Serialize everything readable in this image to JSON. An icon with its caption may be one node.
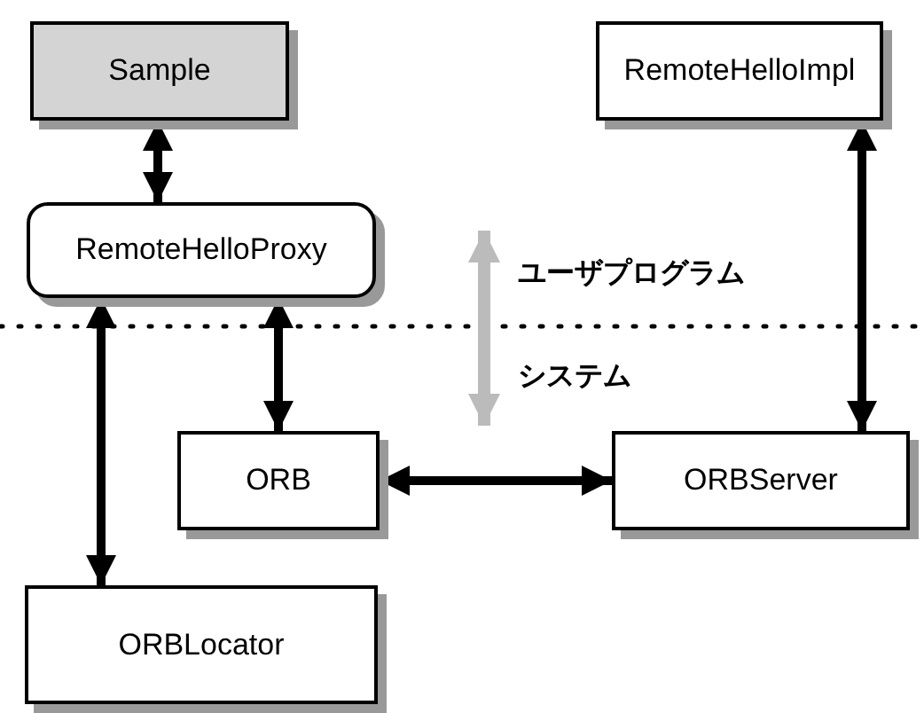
{
  "diagram": {
    "nodes": [
      {
        "text": [
          "Sample"
        ]
      },
      {
        "text": [
          "RemoteHelloImpl"
        ]
      },
      {
        "text": [
          "RemoteHelloProxy"
        ]
      },
      {
        "text": [
          "ORB"
        ]
      },
      {
        "text": [
          "ORBServer"
        ]
      },
      {
        "text": [
          "ORBLocator"
        ]
      }
    ],
    "edges": [
      {
        "from": 0,
        "to": 2,
        "arrow": "both"
      },
      {
        "from": 2,
        "to": 5,
        "arrow": "both"
      },
      {
        "from": 2,
        "to": 3,
        "arrow": "both"
      },
      {
        "from": 3,
        "to": 4,
        "arrow": "both"
      },
      {
        "from": 1,
        "to": 4,
        "arrow": "both"
      }
    ],
    "labels": [
      "ユーザプログラム",
      "システム"
    ]
  }
}
